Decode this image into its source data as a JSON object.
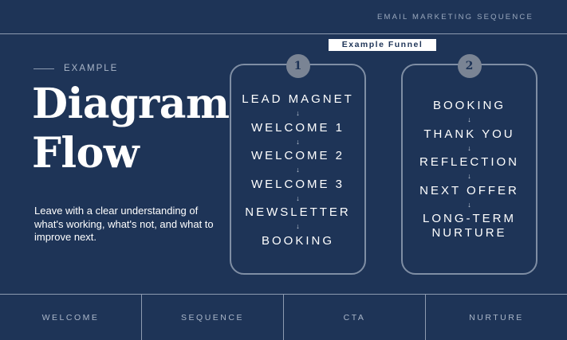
{
  "header": {
    "top_label": "EMAIL MARKETING SEQUENCE",
    "funnel_tag": "Example Funnel"
  },
  "hero": {
    "eyebrow": "EXAMPLE",
    "title_line1": "Diagram",
    "title_line2": "Flow",
    "description": "Leave with a clear understanding of what's working, what's not, and what to improve next."
  },
  "cards": [
    {
      "number": "1",
      "steps": [
        "LEAD MAGNET",
        "WELCOME 1",
        "WELCOME 2",
        "WELCOME 3",
        "NEWSLETTER",
        "BOOKING"
      ]
    },
    {
      "number": "2",
      "steps": [
        "BOOKING",
        "THANK YOU",
        "REFLECTION",
        "NEXT OFFER",
        "LONG-TERM NURTURE"
      ]
    }
  ],
  "arrow_glyph": "↓",
  "footer": {
    "items": [
      "WELCOME",
      "SEQUENCE",
      "CTA",
      "NURTURE"
    ]
  },
  "colors": {
    "background": "#1e3457",
    "border": "#7f8ea4",
    "badge": "#7a8494",
    "muted_text": "#aab6c8"
  }
}
